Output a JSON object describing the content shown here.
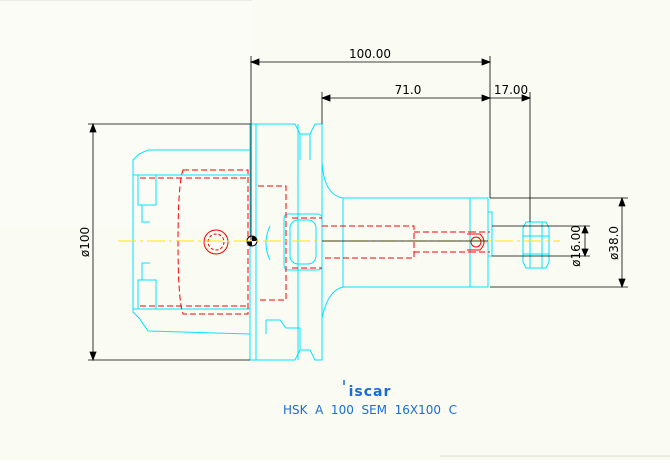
{
  "drawing": {
    "background": "#fafcf4",
    "colors": {
      "outline": "#00e5ff",
      "hidden": "#ff0000",
      "centerline": "#ffe600",
      "dimension": "#000000",
      "caption": "#1a6bd6"
    },
    "dimensions": {
      "overall_length": "100.00",
      "gauge_length": "71.0",
      "nose_length": "17.00",
      "flange_diameter": "ø100",
      "bore_diameter": "ø16.00",
      "nose_diameter": "ø38.0"
    },
    "logo_text": "iscar",
    "part_designation": "HSK  A  100  SEM  16X100  C"
  }
}
